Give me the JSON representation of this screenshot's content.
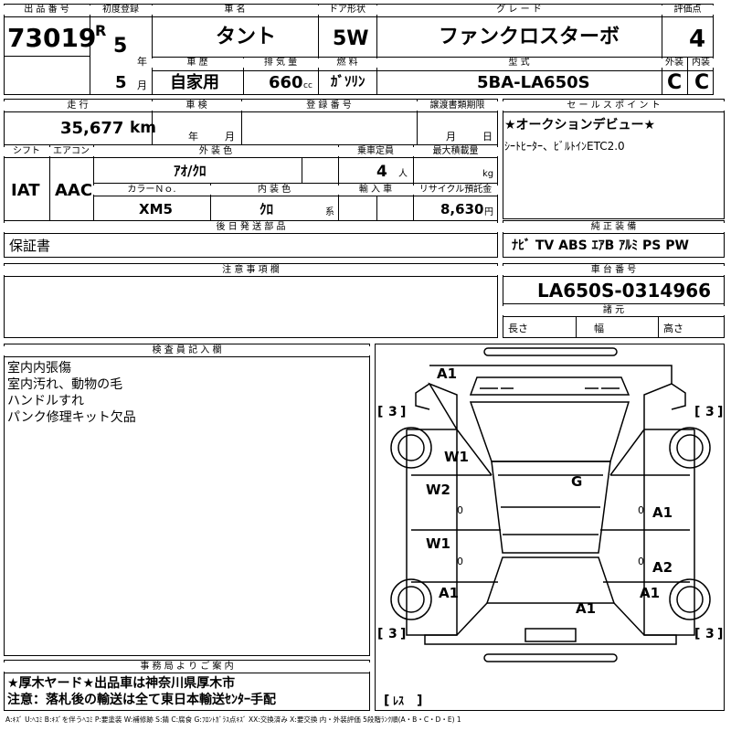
{
  "header": {
    "lot_label": "出 品 番 号",
    "lot_number": "73019",
    "first_reg_label": "初度登録",
    "era": "R",
    "year_value": "5",
    "year_unit": "年",
    "month_value": "5",
    "month_unit": "月",
    "car_name_label": "車 名",
    "car_name": "タント",
    "door_label": "ドア形状",
    "door_value": "5W",
    "grade_label": "グ レ ー ド",
    "grade_value": "ファンクロスターボ",
    "score_label": "評価点",
    "score_value": "4",
    "history_label": "車 歴",
    "history_value": "自家用",
    "displacement_label": "排 気 量",
    "displacement_value": "660",
    "displacement_unit": "cc",
    "fuel_label": "燃 料",
    "fuel_value": "ｶﾞｿﾘﾝ",
    "model_label": "型 式",
    "model_value": "5BA-LA650S",
    "exterior_label": "外装",
    "exterior_value": "C",
    "interior_label": "内装",
    "interior_value": "C"
  },
  "row2": {
    "mileage_label": "走 行",
    "mileage_value": "35,677",
    "mileage_unit": "km",
    "inspection_label": "車 検",
    "inspection_year": "年",
    "inspection_month": "月",
    "registration_label": "登 録 番 号",
    "transfer_label": "譲渡書類期限",
    "transfer_month": "月",
    "transfer_day": "日",
    "shift_label": "シフト",
    "shift_value": "IAT",
    "ac_label": "エアコン",
    "ac_value": "AAC",
    "color_label": "外 装 色",
    "color_value": "ｱｵ/ｸﾛ",
    "capacity_label": "乗車定員",
    "capacity_value": "4",
    "capacity_unit": "人",
    "load_label": "最大積載量",
    "load_unit": "kg",
    "color_no_label": "カラーＮｏ.",
    "color_no_value": "XM5",
    "int_color_label": "内 装 色",
    "int_color_value": "ｸﾛ",
    "int_color_unit": "系",
    "import_label": "輸 入 車",
    "recycle_label": "リサイクル預託金",
    "recycle_value": "8,630",
    "recycle_unit": "円",
    "later_label": "後 日 発 送 部 品",
    "later_value": "保証書"
  },
  "sales": {
    "label": "セ ー ル ス ポ イ ン ト",
    "line1": "★オークションデビュー★",
    "line2": "ｼｰﾄﾋｰﾀｰ、ﾋﾞﾙﾄｲﾝETC2.0"
  },
  "equipment": {
    "label": "純 正 装 備",
    "value": "ﾅﾋﾞ TV ABS ｴｱB ｱﾙﾐ PS PW"
  },
  "notes": {
    "label": "注 意 事 項 欄"
  },
  "chassis": {
    "label": "車 台 番 号",
    "value": "LA650S-0314966",
    "dims_label": "諸 元",
    "length_label": "長さ",
    "width_label": "幅",
    "height_label": "高さ"
  },
  "inspector": {
    "label": "検 査 員 記 入 欄",
    "lines": [
      "室内内張傷",
      "室内汚れ、動物の毛",
      "ハンドルすれ",
      "パンク修理キット欠品"
    ]
  },
  "office": {
    "label": "事 務 局 よ り ご 案 内",
    "line1": "★厚木ヤード★出品車は神奈川県厚木市",
    "line2": "注意：落札後の輸送は全て東日本輸送ｾﾝﾀｰ手配"
  },
  "diagram": {
    "tire_fl": "3",
    "tire_fr": "3",
    "tire_rl": "3",
    "tire_rr": "3",
    "spare": "ﾚｽ",
    "a1_front": "A1",
    "w1_upper": "W1",
    "w2": "W2",
    "w1_lower": "W1",
    "a1_rear_left": "A1",
    "g": "G",
    "a1_right_door": "A1",
    "a2": "A2",
    "a1_rear_right": "A1",
    "a1_rear": "A1",
    "zero_left_front": "0",
    "zero_left_rear": "0",
    "zero_right_front": "0",
    "zero_right_rear": "0"
  },
  "legend": "A:ｷｽﾞ U:ﾍｺﾐ B:ｷｽﾞを伴うﾍｺﾐ P:要塗装 W:補修跡 S:錆 C:腐食 G:ﾌﾛﾝﾄｶﾞﾗｽ点ｷｽﾞ XX:交換済み X:要交換 内・外装評価 5段階ﾗﾝｸ順(A・B・C・D・E) 1"
}
